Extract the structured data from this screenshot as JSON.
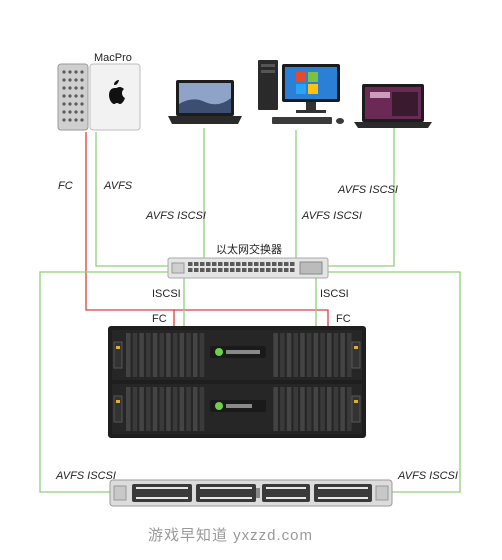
{
  "labels": {
    "macpro": "MacPro",
    "fc_left": "FC",
    "avfs_left": "AVFS",
    "avfs_iscsi_mid1": "AVFS ISCSI",
    "avfs_iscsi_mid2": "AVFS ISCSI",
    "avfs_iscsi_right": "AVFS ISCSI",
    "switch": "以太网交换器",
    "iscsi_left": "ISCSI",
    "iscsi_right": "ISCSI",
    "fc_storage_left": "FC",
    "fc_storage_right": "FC",
    "avfs_iscsi_bottom_left": "AVFS ISCSI",
    "avfs_iscsi_bottom_right": "AVFS ISCSI"
  },
  "watermark": "游戏早知道 yxzzd.com",
  "colors": {
    "fc_line": "#e03c3c",
    "eth_line": "#8fd07a",
    "device_dark": "#2b2b2b",
    "device_light": "#e9e9e9"
  }
}
